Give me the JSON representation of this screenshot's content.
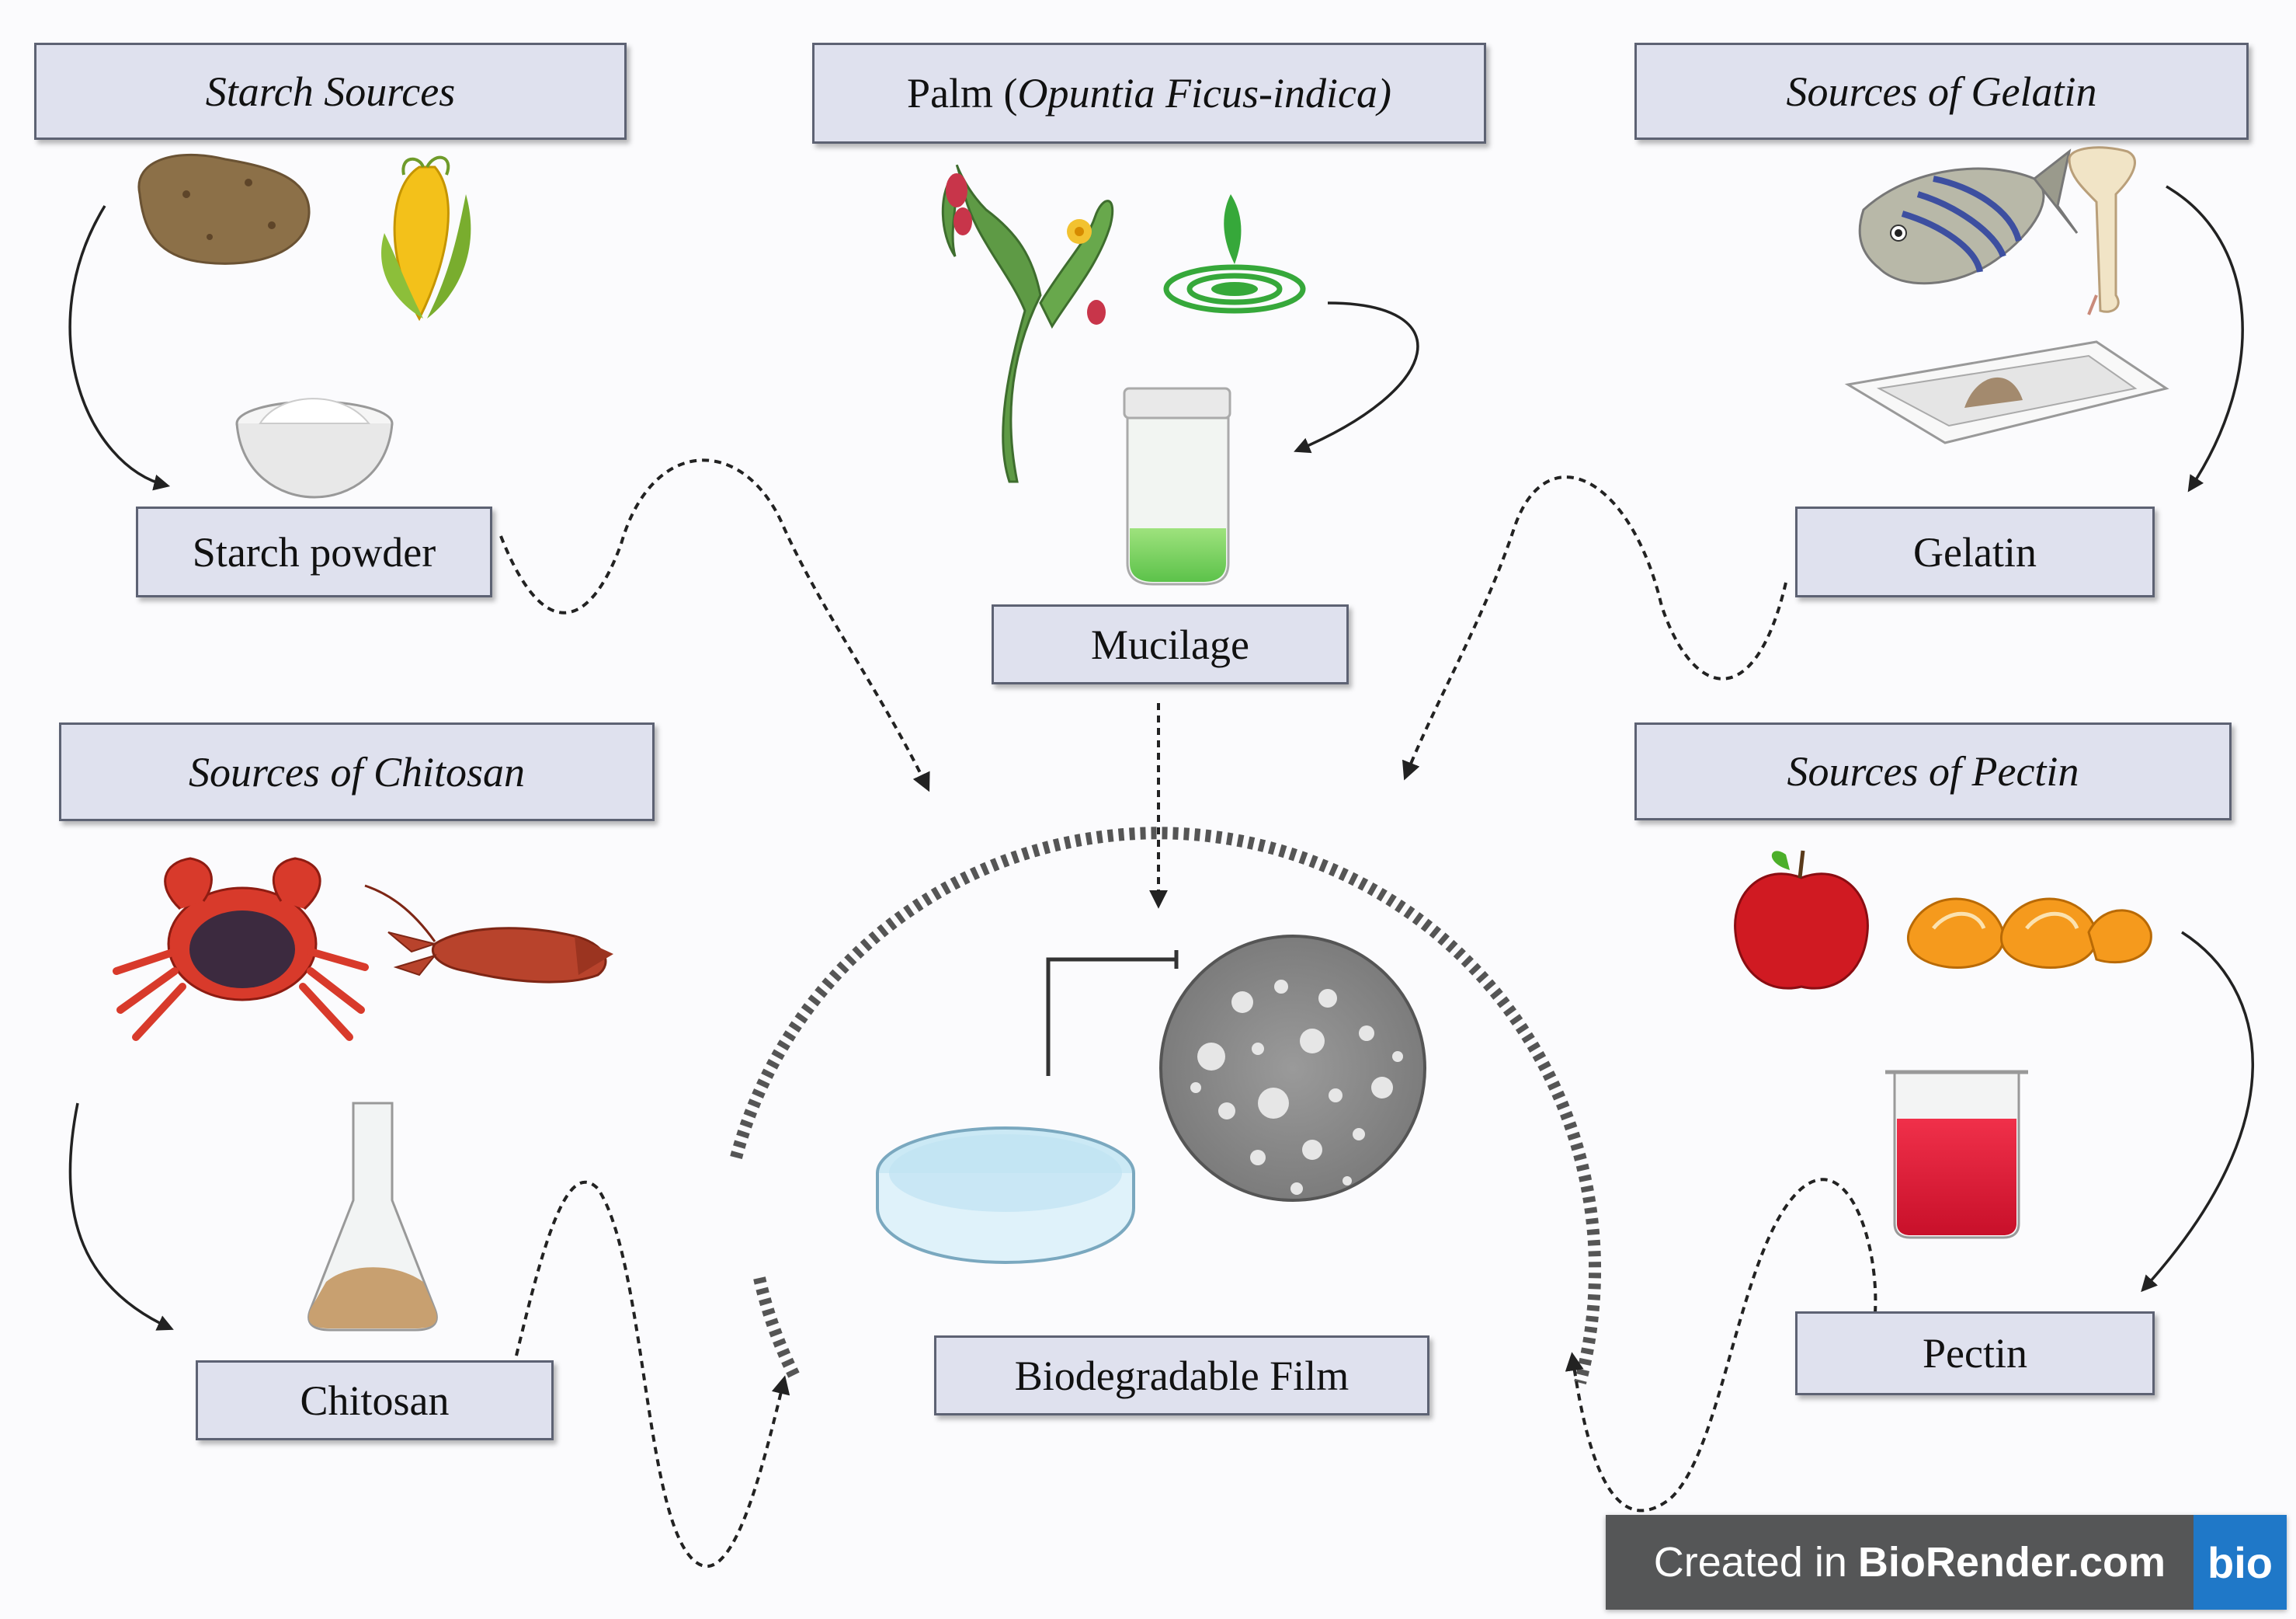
{
  "labels": {
    "starch_sources": "Starch Sources",
    "palm_prefix": "Palm (",
    "palm_species": "Opuntia Ficus-indica)",
    "gelatin_sources": "Sources of Gelatin",
    "starch_powder": "Starch powder",
    "mucilage": "Mucilage",
    "gelatin": "Gelatin",
    "chitosan_sources": "Sources of Chitosan",
    "pectin_sources": "Sources of Pectin",
    "chitosan": "Chitosan",
    "pectin": "Pectin",
    "biodegradable_film": "Biodegradable Film"
  },
  "badge": {
    "created_in": "Created in",
    "brand": "BioRender.com",
    "logo": "bio"
  },
  "icons": {
    "starch": [
      "potato-icon",
      "corn-icon",
      "powder-bowl-icon"
    ],
    "palm": [
      "cactus-icon",
      "mucilage-drop-icon",
      "mucilage-jar-icon"
    ],
    "gelatin": [
      "fish-icon",
      "bone-icon",
      "gelatin-tray-icon"
    ],
    "chitosan": [
      "crab-icon",
      "crayfish-icon",
      "chitosan-flask-icon"
    ],
    "pectin": [
      "apple-icon",
      "orange-peel-icon",
      "pectin-beaker-icon"
    ],
    "film": [
      "petri-dish-icon",
      "film-micrograph-icon"
    ]
  },
  "colors": {
    "label_fill": "#dfe1ee",
    "label_border": "#5d6273",
    "arrow": "#222222",
    "badge_bg": "#555657",
    "badge_logo": "#1f78c8"
  }
}
